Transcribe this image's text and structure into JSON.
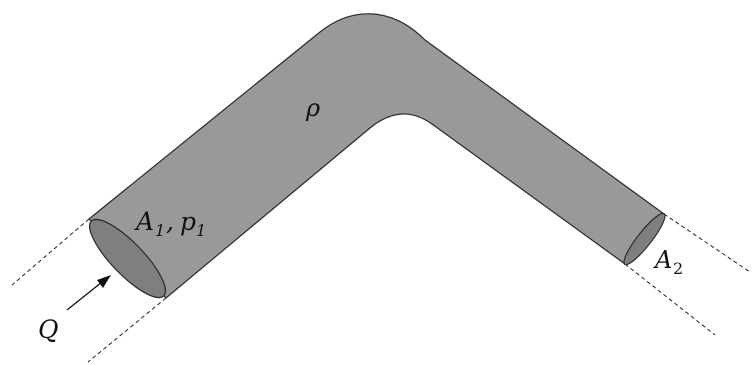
{
  "labels": {
    "density_symbol": "ρ",
    "inlet_area": "A",
    "inlet_area_sub": "1",
    "inlet_separator": ",",
    "inlet_pressure": "p",
    "inlet_pressure_sub": "1",
    "outlet_area": "A",
    "outlet_area_sub": "2",
    "flow_rate": "Q"
  },
  "colors": {
    "pipe_fill": "#999999",
    "pipe_stroke": "#2a2a2a",
    "inlet_face_fill": "#7f7f7f",
    "outlet_face_fill": "#7f7f7f",
    "guide_line": "#222222",
    "text": "#111111"
  }
}
